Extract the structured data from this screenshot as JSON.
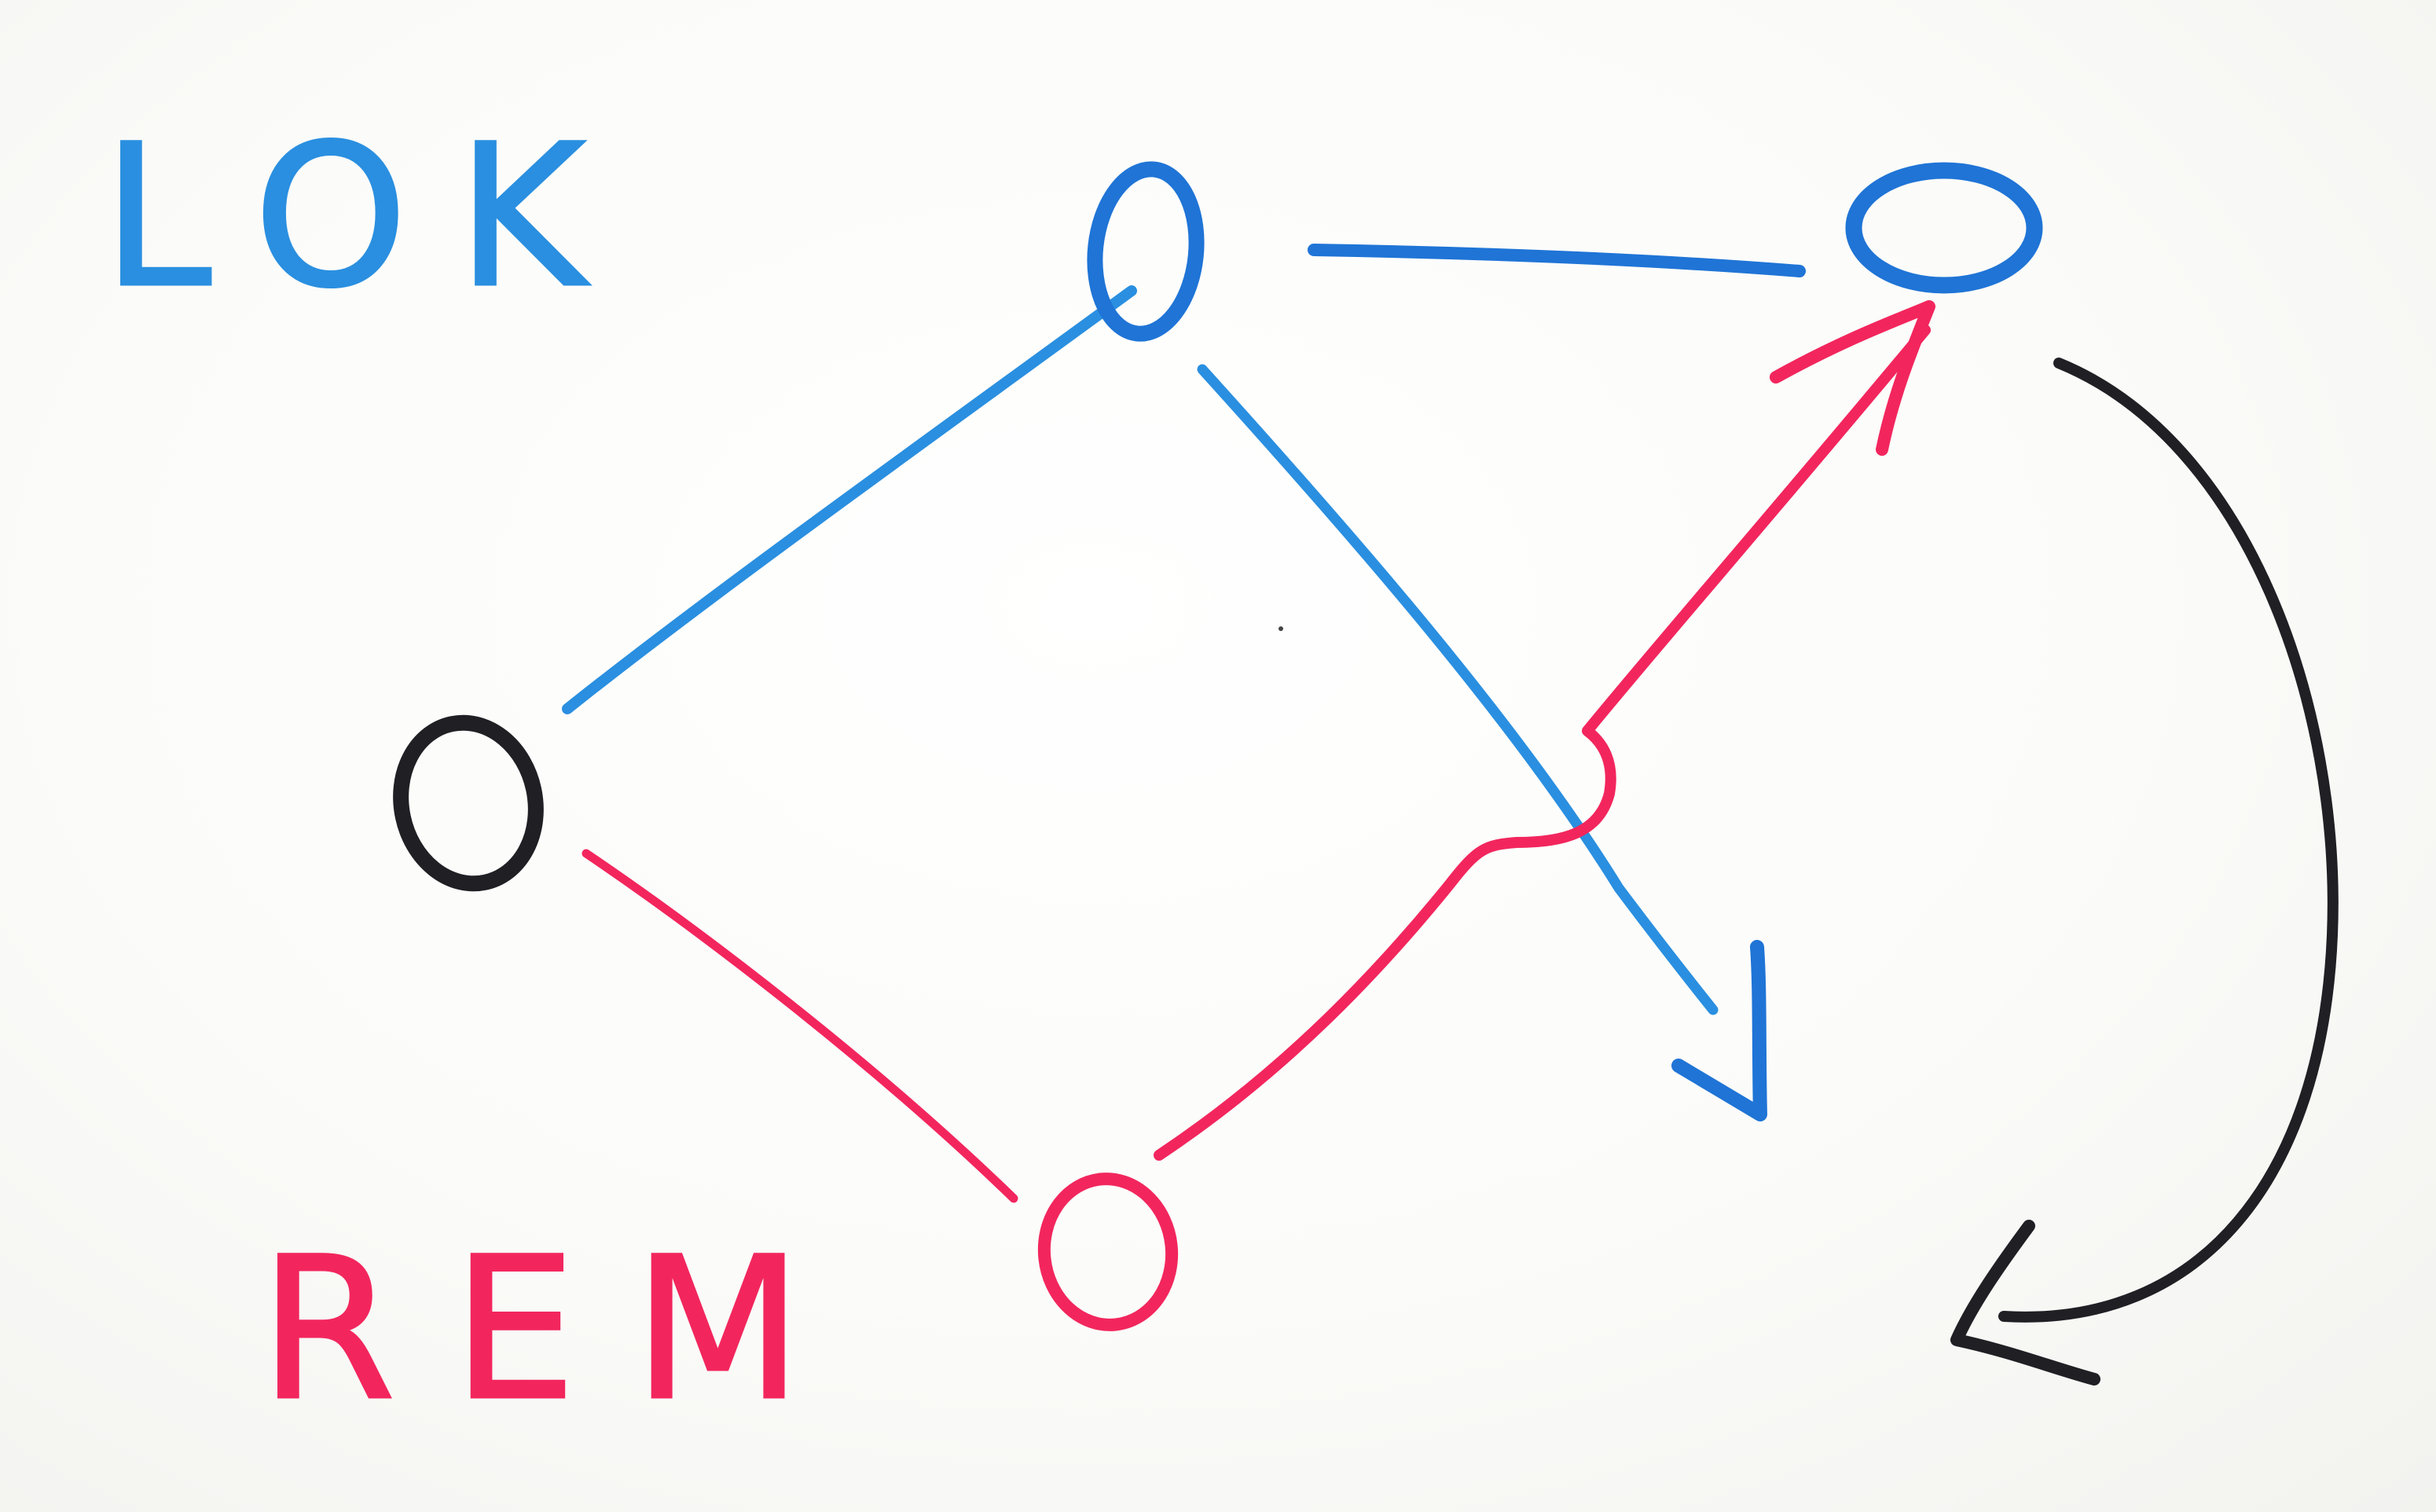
{
  "labels": {
    "top_left": "LOK",
    "bottom_left": "REM"
  },
  "colors": {
    "board": "#fbfbf9",
    "blue": "#1f74d6",
    "light_blue": "#2a8fe0",
    "red": "#f2265d",
    "black": "#1f1f24"
  },
  "nodes": [
    {
      "id": "base",
      "color": "black"
    },
    {
      "id": "local",
      "color": "blue"
    },
    {
      "id": "remote",
      "color": "red"
    },
    {
      "id": "merge",
      "color": "blue"
    }
  ],
  "edges": [
    {
      "from": "base",
      "to": "local",
      "color": "blue"
    },
    {
      "from": "local",
      "to": "merge",
      "color": "blue"
    },
    {
      "from": "local",
      "to": "lower-right",
      "color": "blue",
      "arrow": true
    },
    {
      "from": "base",
      "to": "remote",
      "color": "red"
    },
    {
      "from": "remote",
      "to": "merge",
      "color": "red",
      "arrow": true
    },
    {
      "from": "merge",
      "to": "lower-right",
      "color": "black",
      "arrow": true,
      "curved": true
    }
  ]
}
